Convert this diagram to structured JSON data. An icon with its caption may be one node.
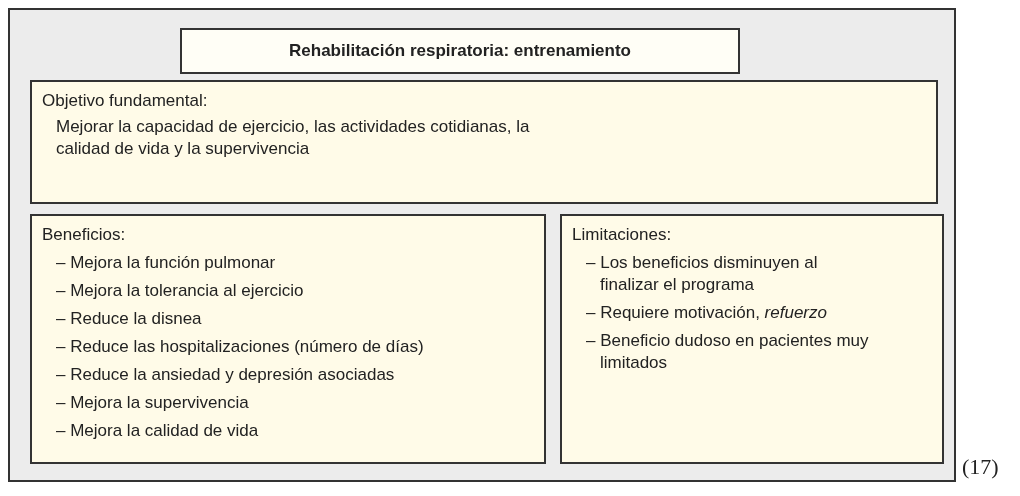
{
  "diagram": {
    "nodes": [
      {
        "text": [],
        "shape": "box",
        "beside": [
          "(17)"
        ]
      },
      {
        "text": [
          "Rehabilitación respiratoria: entrenamiento"
        ],
        "in": 0
      },
      {
        "text": [
          "Objetivo fundamental:",
          "Mejorar la capacidad de ejercicio, las actividades cotidianas, la calidad de vida y la supervivencia"
        ],
        "in": 0
      },
      {
        "text": [
          "Beneficios:",
          "– Mejora la función pulmonar",
          "– Mejora la tolerancia al ejercicio",
          "– Reduce la disnea",
          "– Reduce las hospitalizaciones (número de días)",
          "– Reduce la ansiedad y depresión asociadas",
          "– Mejora la supervivencia",
          "– Mejora la calidad de vida"
        ],
        "in": 0
      },
      {
        "text": [
          "Limitaciones:",
          "– Los beneficios disminuyen al finalizar el programa",
          "– Requiere motivación, *refuerzo*",
          "– Beneficio dudoso en pacientes muy limitados"
        ],
        "in": 0
      }
    ],
    "edges": []
  }
}
